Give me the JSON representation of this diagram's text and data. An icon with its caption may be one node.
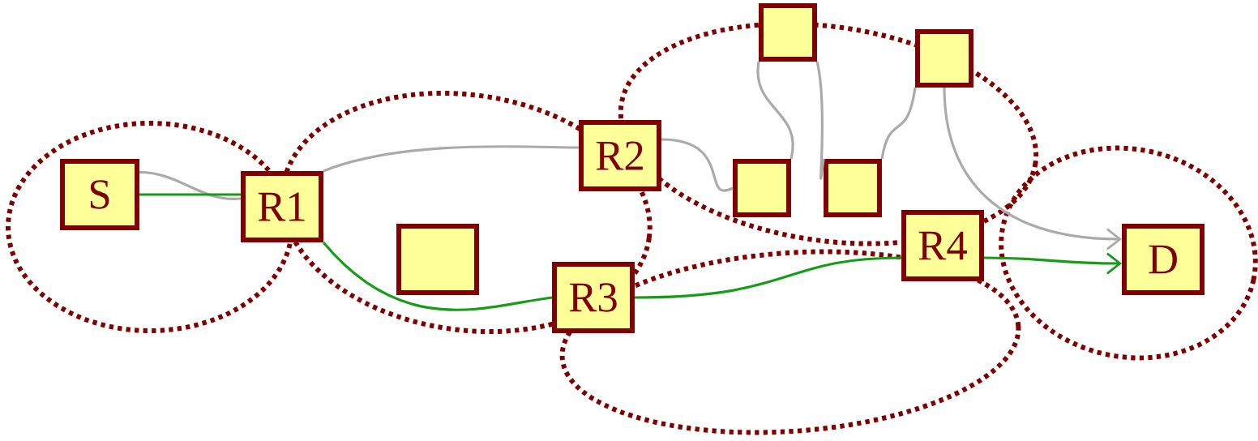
{
  "diagram": {
    "nodes": [
      {
        "text": [
          "S"
        ]
      },
      {
        "text": [
          "R1"
        ]
      },
      {
        "text": [
          "R2"
        ]
      },
      {
        "text": [
          "R3"
        ]
      },
      {
        "text": [
          "R4"
        ]
      },
      {
        "text": [
          "D"
        ]
      },
      {
        "text": [],
        "shape": "box"
      },
      {
        "text": [],
        "shape": "box"
      },
      {
        "text": [],
        "shape": "box"
      },
      {
        "text": [],
        "shape": "box"
      },
      {
        "text": [],
        "shape": "box"
      }
    ],
    "edges": [
      {
        "from": 0,
        "to": 1,
        "arrow": "none"
      },
      {
        "from": 1,
        "to": 2,
        "arrow": "none"
      },
      {
        "from": 2,
        "to": 7,
        "arrow": "none"
      },
      {
        "from": 7,
        "to": 8,
        "arrow": "none"
      },
      {
        "from": 8,
        "to": 9,
        "arrow": "none"
      },
      {
        "from": 9,
        "to": 10,
        "arrow": "none"
      },
      {
        "from": 10,
        "to": 5,
        "arrow": "to"
      },
      {
        "from": 0,
        "to": 1,
        "arrow": "none",
        "color": "#169c16"
      },
      {
        "from": 1,
        "to": 3,
        "arrow": "none",
        "color": "#169c16"
      },
      {
        "from": 3,
        "to": 4,
        "arrow": "none",
        "color": "#169c16"
      },
      {
        "from": 4,
        "to": 5,
        "arrow": "to",
        "color": "#169c16"
      }
    ]
  }
}
